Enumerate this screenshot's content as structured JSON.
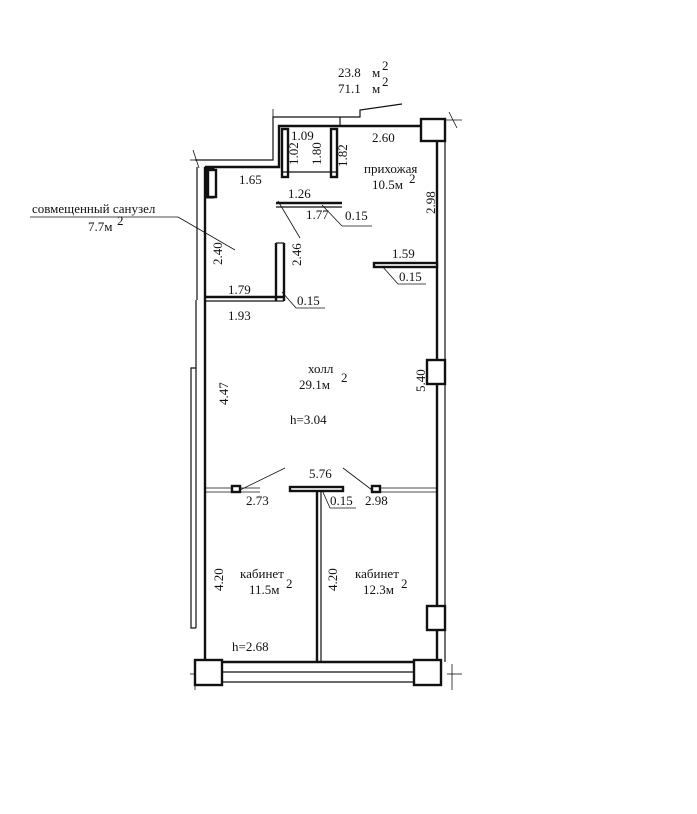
{
  "totals": {
    "living_area": "23.8",
    "total_area": "71.1",
    "unit": "м",
    "unit_sup": "2"
  },
  "rooms": {
    "hallway": {
      "name": "прихожая",
      "area": "10.5м",
      "sup": "2"
    },
    "bathroom": {
      "name": "совмещенный санузел",
      "area": "7.7м",
      "sup": "2"
    },
    "hall": {
      "name": "холл",
      "area": "29.1м",
      "sup": "2",
      "height": "h=3.04"
    },
    "office_left": {
      "name": "кабинет",
      "area": "11.5м",
      "sup": "2",
      "height": "h=2.68"
    },
    "office_right": {
      "name": "кабинет",
      "area": "12.3м",
      "sup": "2"
    }
  },
  "dimensions": {
    "d_109": "1.09",
    "d_260": "2.60",
    "d_102": "1.02",
    "d_180": "1.80",
    "d_182": "1.82",
    "d_165": "1.65",
    "d_126": "1.26",
    "d_177": "1.77",
    "d_015_a": "0.15",
    "d_298_v": "2.98",
    "d_240": "2.40",
    "d_246": "2.46",
    "d_159": "1.59",
    "d_015_b": "0.15",
    "d_179": "1.79",
    "d_015_c": "0.15",
    "d_193": "1.93",
    "d_540": "5.40",
    "d_447": "4.47",
    "d_576": "5.76",
    "d_273": "2.73",
    "d_015_d": "0.15",
    "d_298_h": "2.98",
    "d_420_a": "4.20",
    "d_420_b": "4.20"
  }
}
